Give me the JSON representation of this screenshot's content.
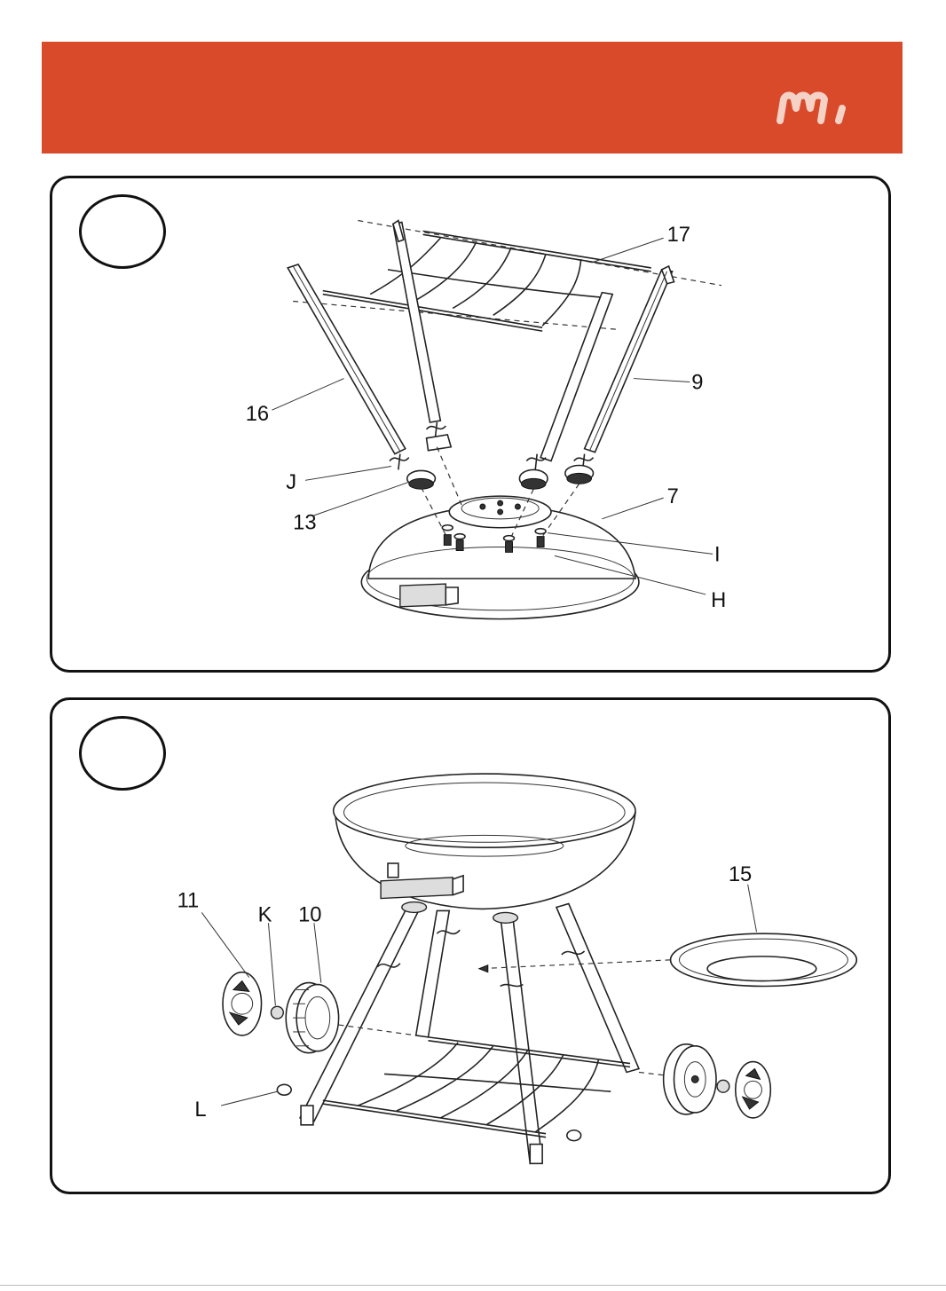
{
  "header": {
    "brand_color": "#d94a2a",
    "logo_icon": "brand-m-logo"
  },
  "steps": [
    {
      "number": "",
      "labels": {
        "p17": "17",
        "p9": "9",
        "p16": "16",
        "pJ": "J",
        "p13": "13",
        "p7": "7",
        "pI": "I",
        "pH": "H"
      }
    },
    {
      "number": "",
      "labels": {
        "p15": "15",
        "p11": "11",
        "pK": "K",
        "p10": "10",
        "pL": "L"
      }
    }
  ]
}
